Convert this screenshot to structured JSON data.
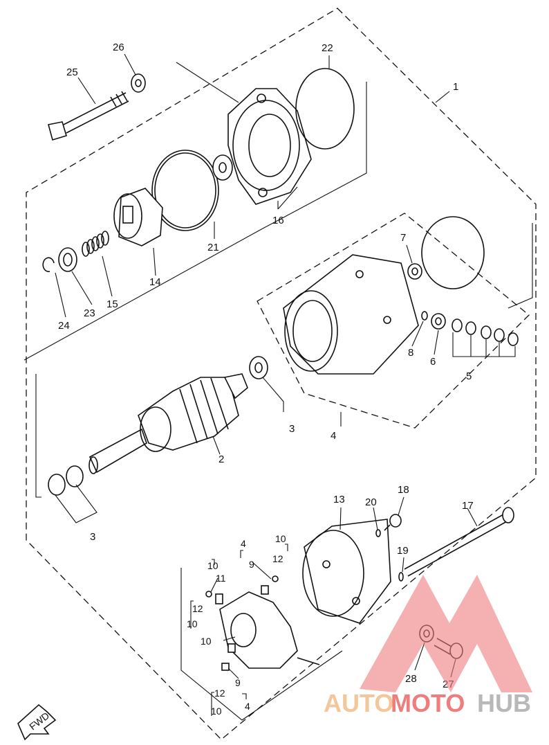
{
  "labels": {
    "p1": "1",
    "p2": "2",
    "p3a": "3",
    "p3b": "3",
    "p4": "4",
    "p4a": "4",
    "p4b": "4",
    "p5": "5",
    "p6": "6",
    "p7": "7",
    "p8": "8",
    "p9a": "9",
    "p9b": "9",
    "p10a": "10",
    "p10b": "10",
    "p10c": "10",
    "p10d": "10",
    "p10e": "10",
    "p11": "11",
    "p12a": "12",
    "p12b": "12",
    "p12c": "12",
    "p13": "13",
    "p14": "14",
    "p15": "15",
    "p16": "16",
    "p17": "17",
    "p18": "18",
    "p19": "19",
    "p20": "20",
    "p21": "21",
    "p22": "22",
    "p23": "23",
    "p24": "24",
    "p25": "25",
    "p26": "26",
    "p27": "27",
    "p28": "28"
  },
  "fwd_label": "FWD",
  "watermark": {
    "auto": "AUTO",
    "moto": "MOTO",
    "hub": "HUB"
  },
  "colors": {
    "line": "#111111",
    "watermark_red": "#ef7d7d",
    "watermark_orange": "#f3c79a",
    "watermark_gray": "#b8b8b8"
  }
}
